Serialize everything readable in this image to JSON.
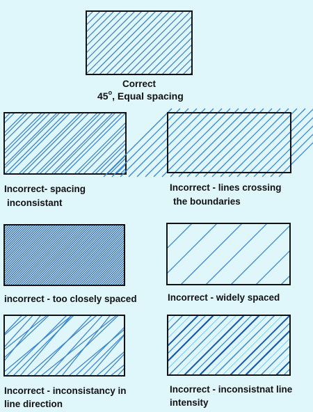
{
  "colors": {
    "background": "#dff6fb",
    "hatch": "#3c86c8",
    "hatch_dark": "#1a56a6",
    "hatch_light": "#7cc7ea",
    "border": "#111111"
  },
  "panels": [
    {
      "id": "correct",
      "label": "Correct",
      "sublabel_number": "45",
      "sublabel_degree": "o",
      "sublabel_rest": ", Equal spacing"
    },
    {
      "id": "spacing",
      "label_line1": "Incorrect- spacing",
      "label_line2": "inconsistant"
    },
    {
      "id": "crossing",
      "label_line1": "Incorrect - lines crossing",
      "label_line2": "the boundaries"
    },
    {
      "id": "close",
      "label_line1": "incorrect - too closely spaced"
    },
    {
      "id": "wide",
      "label_line1": "Incorrect - widely spaced"
    },
    {
      "id": "direction",
      "label_line1": "Incorrect - inconsistancy in",
      "label_line2": "line direction"
    },
    {
      "id": "intensity",
      "label_line1": "Incorrect - inconsistnat line",
      "label_line2": "intensity"
    }
  ]
}
